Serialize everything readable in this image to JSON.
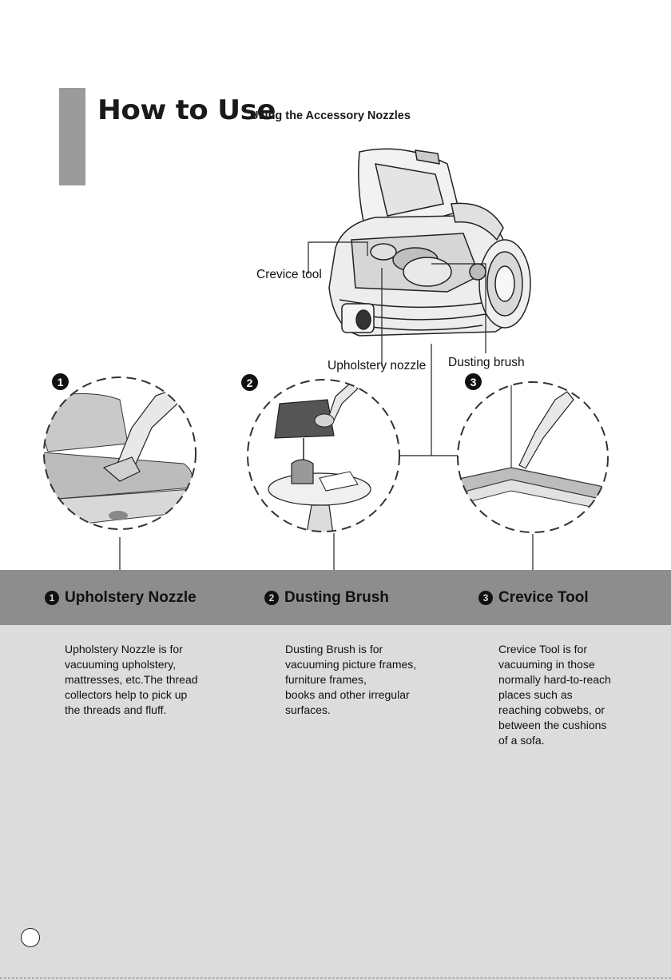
{
  "header": {
    "title": "How to Use",
    "subtitle": "Using the Accessory Nozzles"
  },
  "callouts": {
    "crevice_tool": "Crevice tool",
    "upholstery_nozzle": "Upholstery nozzle",
    "dusting_brush": "Dusting brush"
  },
  "steps": [
    {
      "number": "1",
      "heading": "Upholstery Nozzle",
      "description": "Upholstery Nozzle is for\nvacuuming upholstery,\nmattresses, etc.The thread\ncollectors help to pick up\nthe threads and fluff."
    },
    {
      "number": "2",
      "heading": "Dusting Brush",
      "description": "Dusting Brush is for\nvacuuming picture frames,\nfurniture frames,\nbooks and other irregular\nsurfaces."
    },
    {
      "number": "3",
      "heading": "Crevice Tool",
      "description": "Crevice Tool is for\nvacuuming in those\nnormally hard-to-reach\nplaces such as\nreaching cobwebs, or\nbetween the cushions\nof a sofa."
    }
  ],
  "colors": {
    "side_tab": "#9b9b9b",
    "header_band": "#8d8d8d",
    "info_panel": "#dcdcdc"
  }
}
